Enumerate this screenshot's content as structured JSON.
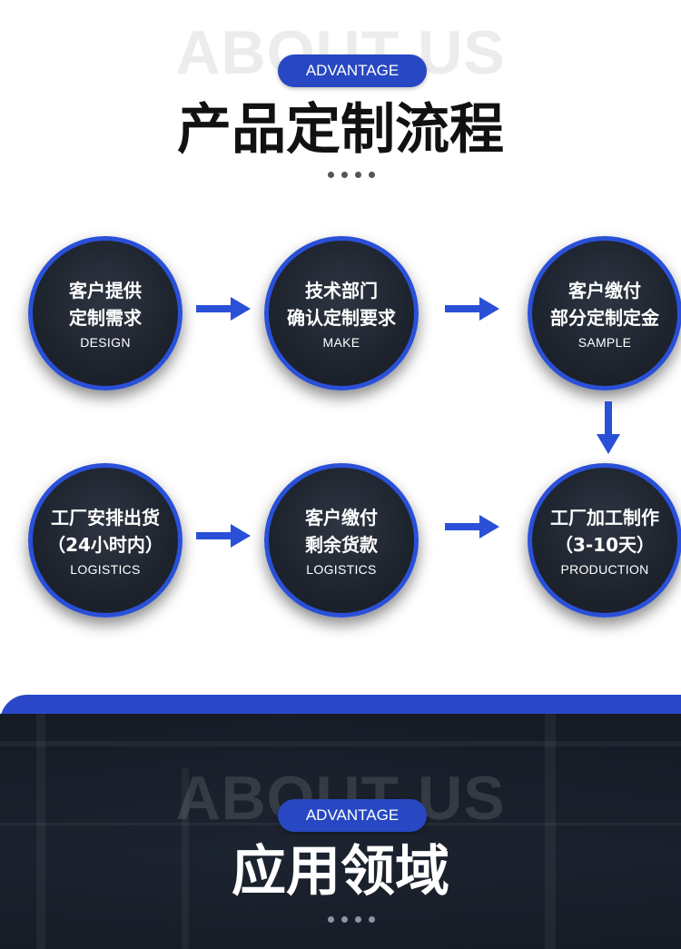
{
  "process_section": {
    "watermark": "ABOUT US",
    "badge": "ADVANTAGE",
    "title": "产品定制流程"
  },
  "steps": [
    {
      "line1": "客户提供",
      "line2": "定制需求",
      "en": "DESIGN"
    },
    {
      "line1": "技术部门",
      "line2": "确认定制要求",
      "en": "MAKE"
    },
    {
      "line1": "客户缴付",
      "line2": "部分定制定金",
      "en": "SAMPLE"
    },
    {
      "line1": "工厂安排出货",
      "line2": "（24小时内）",
      "en": "LOGISTICS"
    },
    {
      "line1": "客户缴付",
      "line2": "剩余货款",
      "en": "LOGISTICS"
    },
    {
      "line1": "工厂加工制作",
      "line2": "（3-10天）",
      "en": "PRODUCTION"
    }
  ],
  "application_section": {
    "watermark": "ABOUT US",
    "badge": "ADVANTAGE",
    "title": "应用领域"
  },
  "colors": {
    "accent_blue": "#2a50d8",
    "circle_dark": "#1e242e",
    "title_dark": "#111111"
  }
}
